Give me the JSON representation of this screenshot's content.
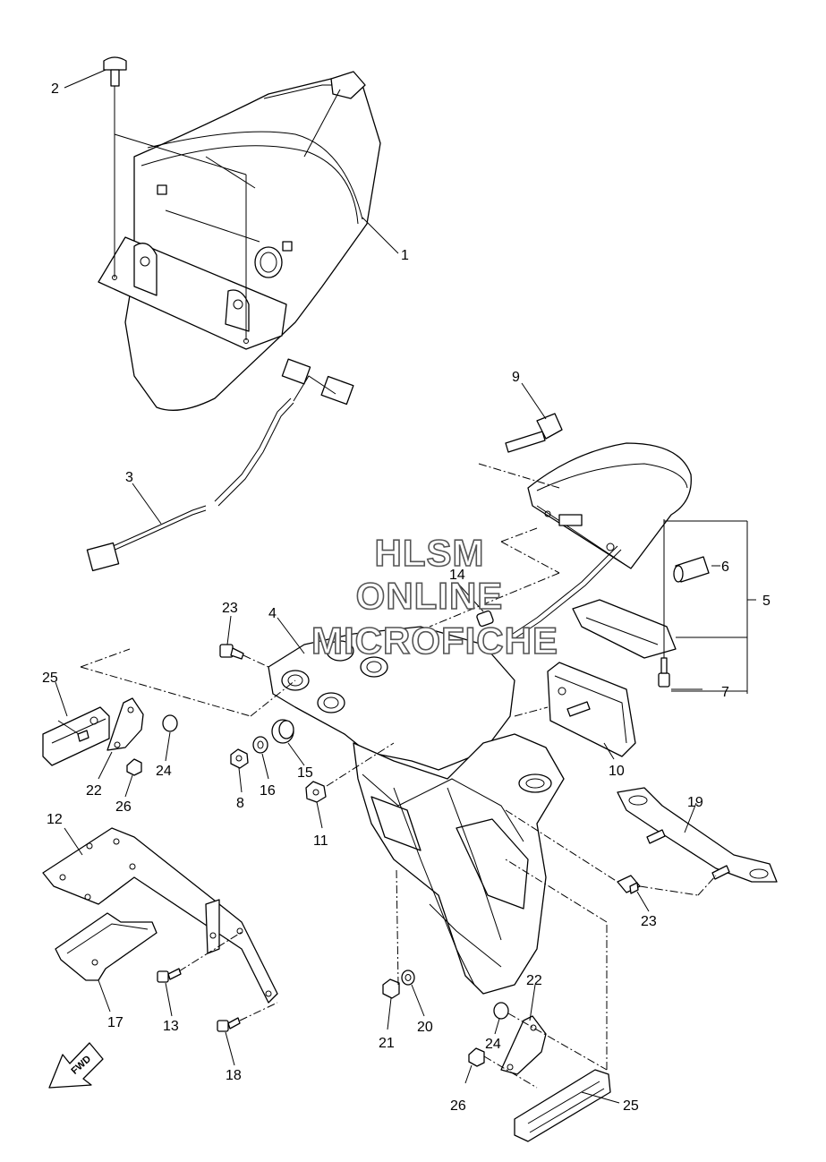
{
  "watermark": {
    "line1": "HLSM",
    "line2": "ONLINE",
    "line3": "MICROFICHE"
  },
  "fwd_label": "FWD",
  "callouts": {
    "c1": "1",
    "c2": "2",
    "c3": "3",
    "c4": "4",
    "c5": "5",
    "c6": "6",
    "c7": "7",
    "c8": "8",
    "c9": "9",
    "c10": "10",
    "c11": "11",
    "c12": "12",
    "c13": "13",
    "c14": "14",
    "c15": "15",
    "c16": "16",
    "c17": "17",
    "c18": "18",
    "c19": "19",
    "c20": "20",
    "c21": "21",
    "c22a": "22",
    "c22b": "22",
    "c23a": "23",
    "c23b": "23",
    "c24a": "24",
    "c24b": "24",
    "c25a": "25",
    "c25b": "25",
    "c26a": "26",
    "c26b": "26"
  }
}
